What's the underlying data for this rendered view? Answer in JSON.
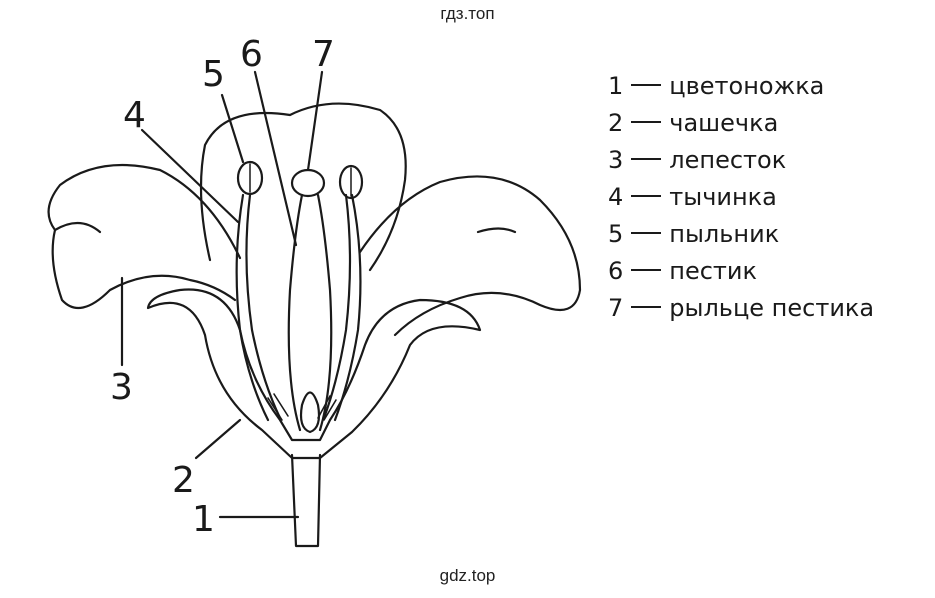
{
  "watermark_top": "гдз.топ",
  "watermark_bottom": "gdz.top",
  "legend": [
    {
      "num": "1",
      "label": "цветоножка"
    },
    {
      "num": "2",
      "label": "чашечка"
    },
    {
      "num": "3",
      "label": "лепесток"
    },
    {
      "num": "4",
      "label": "тычинка"
    },
    {
      "num": "5",
      "label": "пыльник"
    },
    {
      "num": "6",
      "label": "пестик"
    },
    {
      "num": "7",
      "label": "рыльце пестика"
    }
  ],
  "callouts": [
    "1",
    "2",
    "3",
    "4",
    "5",
    "6",
    "7"
  ]
}
